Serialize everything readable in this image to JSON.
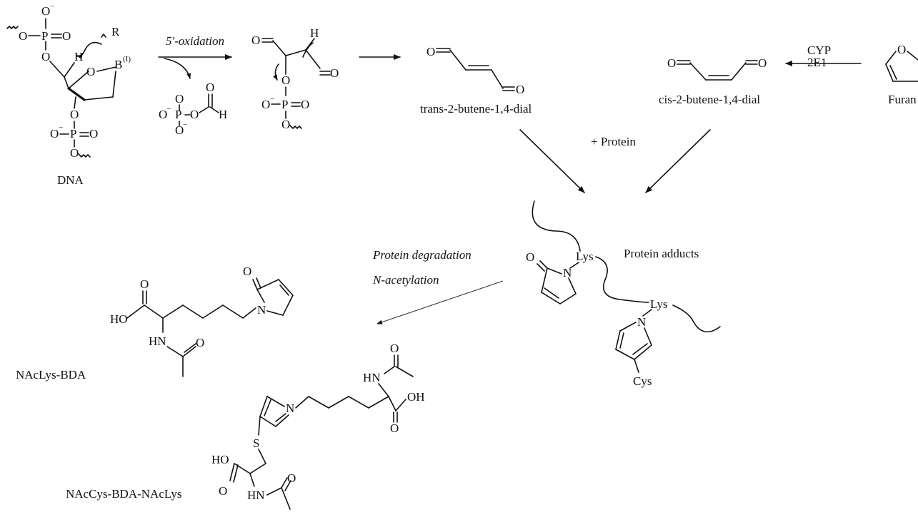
{
  "labels": {
    "dna": "DNA",
    "trans_dial": "trans-2-butene-1,4-dial",
    "cis_dial": "cis-2-butene-1,4-dial",
    "furan": "Furan",
    "nacly_bda": "NAcLys-BDA",
    "naccys_bda_naclys": "NAcCys-BDA-NAcLys",
    "protein_adducts": "Protein adducts"
  },
  "reactions": {
    "oxidation": "5'-oxidation",
    "plus_protein": "+ Protein",
    "cyp_line1": "CYP",
    "cyp_line2": "2E1",
    "degradation": "Protein degradation",
    "acetylation": "N-acetylation"
  },
  "atoms": {
    "O": "O",
    "P": "P",
    "H": "H",
    "N": "N",
    "S": "S",
    "R": "R",
    "B": "B",
    "B_sup": "(I)",
    "HO": "HO",
    "OH": "OH",
    "HN": "HN",
    "Lys": "Lys",
    "Cys": "Cys",
    "minus": "−"
  }
}
